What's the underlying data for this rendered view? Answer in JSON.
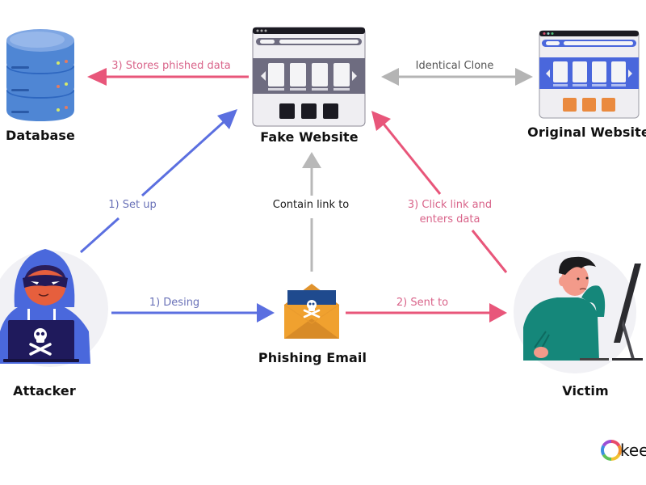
{
  "nodes": {
    "database": {
      "label": "Database"
    },
    "fake_website": {
      "label": "Fake Website"
    },
    "original_website": {
      "label": "Original Website"
    },
    "attacker": {
      "label": "Attacker"
    },
    "phishing_email": {
      "label": "Phishing Email"
    },
    "victim": {
      "label": "Victim"
    }
  },
  "edges": {
    "stores": {
      "label": "3) Stores phished data",
      "from": "fake_website",
      "to": "database",
      "color": "#e8567a"
    },
    "clone": {
      "label": "Identical Clone",
      "from": "fake_website",
      "to": "original_website",
      "color": "#b0b0b0",
      "bidirectional": true
    },
    "setup": {
      "label": "1) Set up",
      "from": "attacker",
      "to": "fake_website",
      "color": "#5b6fe0"
    },
    "contain": {
      "label": "Contain link to",
      "from": "phishing_email",
      "to": "fake_website",
      "color": "#b8b8b8"
    },
    "click_line1": {
      "label": "3) Click link and"
    },
    "click_line2": {
      "label": "enters data"
    },
    "click": {
      "from": "victim",
      "to": "fake_website",
      "color": "#e8567a"
    },
    "design": {
      "label": "1) Desing",
      "from": "attacker",
      "to": "phishing_email",
      "color": "#5b6fe0"
    },
    "sent": {
      "label": "2) Sent to",
      "from": "phishing_email",
      "to": "victim",
      "color": "#e8567a"
    }
  },
  "colors": {
    "blue_arrow": "#5b6fe0",
    "pink_arrow": "#e8567a",
    "gray_arrow": "#b4b4b4",
    "fake_site_band": "#6e6c80",
    "original_site_band": "#4a67dc",
    "orange_buttons": "#ea8a3f",
    "database_blue": "#4f86d4"
  },
  "brand": {
    "logo_text": "keep"
  }
}
